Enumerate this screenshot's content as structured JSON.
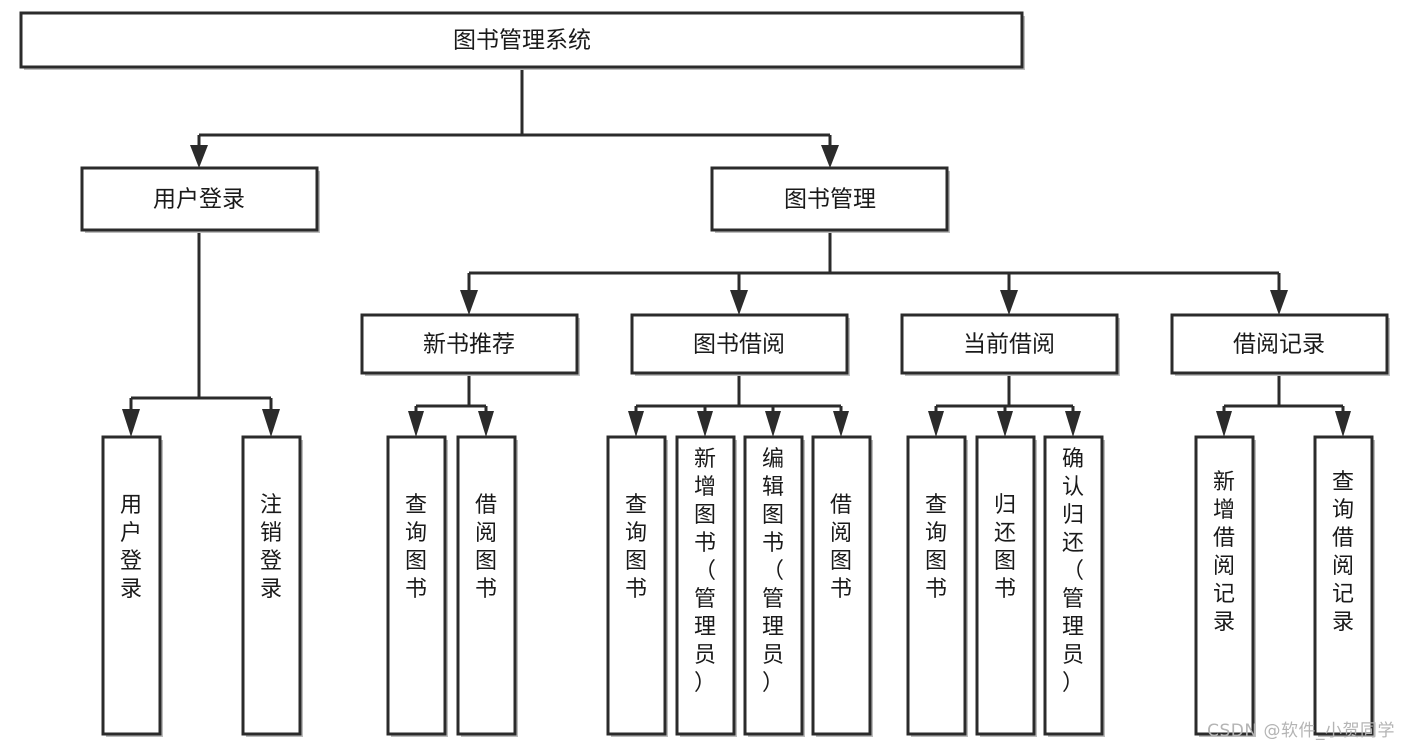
{
  "diagram": {
    "type": "tree",
    "orientation": "top-down",
    "title": "图书管理系统",
    "colors": {
      "box_stroke": "#2b2b2b",
      "box_fill": "#ffffff",
      "connector": "#2b2b2b",
      "shadow": "#bdbdbd",
      "text": "#1a1a1a",
      "watermark": "#b4b4b4",
      "background": "#ffffff"
    },
    "nodes": {
      "root": {
        "label": "图书管理系统"
      },
      "level2": [
        {
          "id": "user-login",
          "label": "用户登录"
        },
        {
          "id": "book-manage",
          "label": "图书管理"
        }
      ],
      "level3": [
        {
          "id": "new-book-recommend",
          "label": "新书推荐"
        },
        {
          "id": "book-borrow",
          "label": "图书借阅"
        },
        {
          "id": "current-borrow",
          "label": "当前借阅"
        },
        {
          "id": "borrow-record",
          "label": "借阅记录"
        }
      ],
      "leaves": [
        {
          "id": "leaf-user-login",
          "label": "用户登录",
          "parent": "user-login"
        },
        {
          "id": "leaf-logout-login",
          "label": "注销登录",
          "parent": "user-login"
        },
        {
          "id": "leaf-query-book-1",
          "label": "查询图书",
          "parent": "new-book-recommend"
        },
        {
          "id": "leaf-borrow-book-1",
          "label": "借阅图书",
          "parent": "new-book-recommend"
        },
        {
          "id": "leaf-query-book-2",
          "label": "查询图书",
          "parent": "book-borrow"
        },
        {
          "id": "leaf-add-book",
          "label": "新增图书（管理员）",
          "parent": "book-borrow"
        },
        {
          "id": "leaf-edit-book",
          "label": "编辑图书（管理员）",
          "parent": "book-borrow"
        },
        {
          "id": "leaf-borrow-book-2",
          "label": "借阅图书",
          "parent": "book-borrow"
        },
        {
          "id": "leaf-query-book-3",
          "label": "查询图书",
          "parent": "current-borrow"
        },
        {
          "id": "leaf-return-book",
          "label": "归还图书",
          "parent": "current-borrow"
        },
        {
          "id": "leaf-confirm-return",
          "label": "确认归还（管理员）",
          "parent": "current-borrow"
        },
        {
          "id": "leaf-add-record",
          "label": "新增借阅记录",
          "parent": "borrow-record"
        },
        {
          "id": "leaf-query-record",
          "label": "查询借阅记录",
          "parent": "borrow-record"
        }
      ]
    },
    "watermark": "CSDN @软件_小贺同学"
  }
}
